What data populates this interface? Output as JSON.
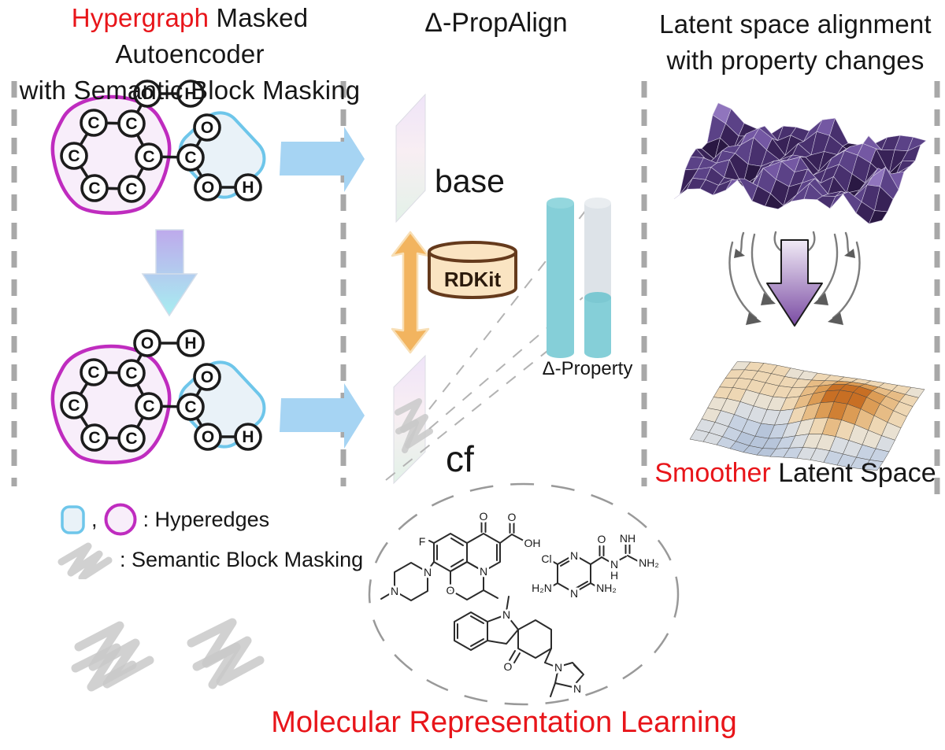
{
  "header": {
    "left_title_red": "Hypergraph",
    "left_title_rest": " Masked Autoencoder",
    "left_title_line2": "with Semantic Block Masking",
    "center_title": "Δ-PropAlign",
    "right_title_line1": "Latent space alignment",
    "right_title_line2": "with property changes"
  },
  "middle": {
    "base_label": "base",
    "cf_label": "cf",
    "rdkit_label": "RDKit",
    "delta_property_label": "Δ-Property"
  },
  "right_panel": {
    "smoother_red": "Smoother",
    "smoother_rest": " Latent Space"
  },
  "footer": {
    "caption": "Molecular Representation Learning"
  },
  "legend": {
    "separator": ",",
    "hyperedges_label": ": Hyperedges",
    "masking_label": ": Semantic Block Masking"
  },
  "molecule": {
    "atoms": [
      "O",
      "H",
      "C",
      "C",
      "C",
      "C",
      "C",
      "C",
      "C",
      "O",
      "O",
      "H"
    ]
  },
  "chem": {
    "a": [
      "F",
      "O",
      "O",
      "OH",
      "N",
      "N",
      "N",
      "O"
    ],
    "b": [
      "Cl",
      "N",
      "N",
      "O",
      "N",
      "H",
      "NH",
      "NH₂",
      "H₂N",
      "NH₂"
    ],
    "c": [
      "N",
      "O",
      "N",
      "N"
    ]
  },
  "colors": {
    "accent_red": "#e8151a",
    "hyperedge_blue": "#6ec6ea",
    "hyperedge_purple": "#bf2cbf",
    "arrow_blue": "#a6d4f3",
    "arrow_orange": "#f2b45f",
    "cylinder_teal": "#85cfd8",
    "cylinder_gray": "#dde3e8",
    "rdkit_fill": "#fae4c2",
    "rdkit_stroke": "#653a1c",
    "rough_palette": [
      "#120b1c",
      "#1d1030",
      "#2a1843",
      "#382257",
      "#48306e",
      "#5b4287",
      "#7458a3",
      "#9075bd",
      "#ab8fd6"
    ],
    "smooth_palette": [
      "#b7c5da",
      "#c7d2e2",
      "#d9dde2",
      "#e9e1d2",
      "#eed7b4",
      "#e7bc85",
      "#dc9c55",
      "#d08034",
      "#c86f24"
    ]
  }
}
